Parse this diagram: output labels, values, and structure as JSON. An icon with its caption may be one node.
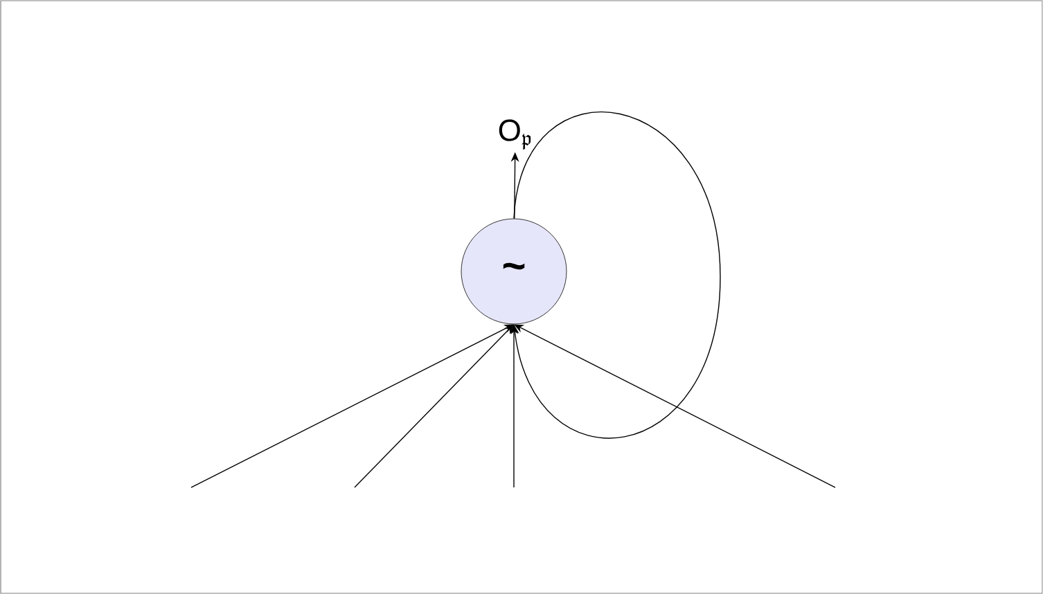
{
  "diagram": {
    "nodes": [
      {
        "text": [
          "~"
        ]
      },
      {
        "text": [
          "\\mathrm{O}_{\\mathfrak{p}}"
        ]
      }
    ],
    "edges": [
      {
        "from": null,
        "to": 0,
        "arrow": "to"
      },
      {
        "from": null,
        "to": 0,
        "arrow": "to"
      },
      {
        "from": null,
        "to": 0,
        "arrow": "to"
      },
      {
        "from": null,
        "to": 0,
        "arrow": "to"
      },
      {
        "from": 0,
        "to": 0,
        "arrow": "to"
      },
      {
        "from": 0,
        "to": 1,
        "arrow": "to"
      }
    ]
  }
}
